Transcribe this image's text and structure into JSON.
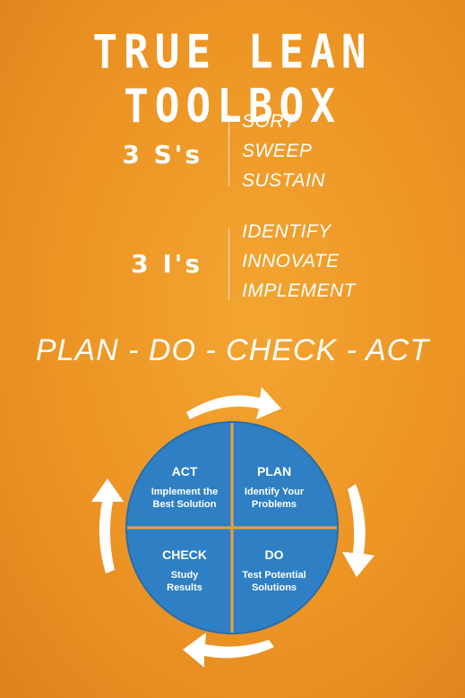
{
  "title": "TRUE LEAN TOOLBOX",
  "groups": [
    {
      "label": "3 S's",
      "items": [
        "SORT",
        "SWEEP",
        "SUSTAIN"
      ]
    },
    {
      "label": "3 I's",
      "items": [
        "IDENTIFY",
        "INNOVATE",
        "IMPLEMENT"
      ]
    }
  ],
  "pdca": {
    "heading": "PLAN - DO - CHECK - ACT",
    "quadrants": {
      "act": {
        "title": "ACT",
        "desc": [
          "Implement the",
          "Best Solution"
        ]
      },
      "plan": {
        "title": "PLAN",
        "desc": [
          "Identify Your",
          "Problems"
        ]
      },
      "check": {
        "title": "CHECK",
        "desc": [
          "Study",
          "Results"
        ]
      },
      "do": {
        "title": "DO",
        "desc": [
          "Test Potential",
          "Solutions"
        ]
      }
    }
  },
  "colors": {
    "background": "#ec9424",
    "circle": "#2e7fc4",
    "text": "#ffffff",
    "arrows": "#ffffff"
  }
}
